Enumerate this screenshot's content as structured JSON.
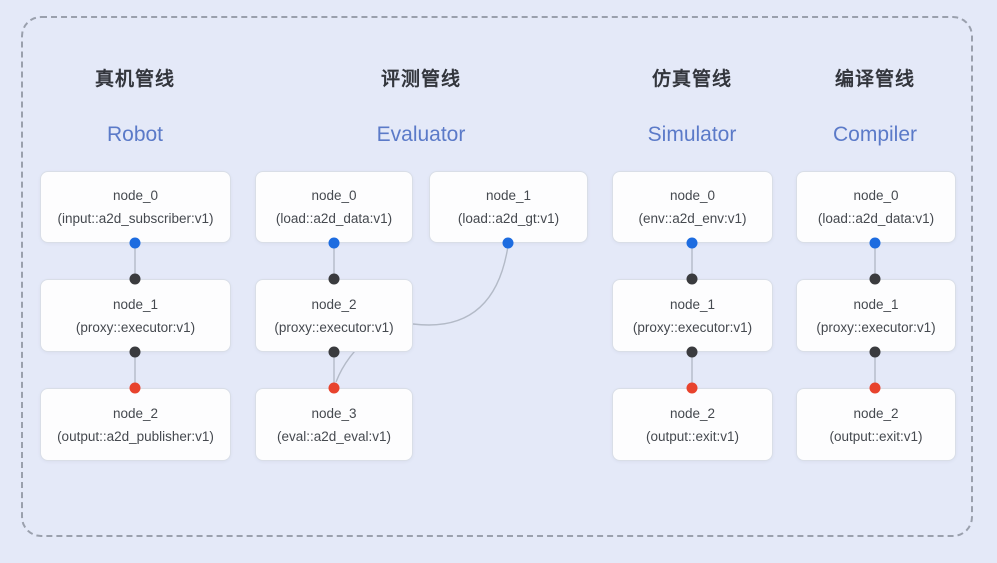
{
  "colors": {
    "background": "#e4e9f8",
    "frame_dash": "#9aa0ad",
    "node_fill": "#fdfdfe",
    "node_border": "#d9dee7",
    "node_text": "#45494f",
    "title_zh": "#33363d",
    "title_en": "#5b7ac8",
    "edge": "#b3bac7",
    "port_blue": "#1d6ce0",
    "port_dark": "#3a3b3e",
    "port_red": "#e8432d"
  },
  "pipelines": [
    {
      "title_zh": "真机管线",
      "title_en": "Robot",
      "nodes": [
        {
          "name": "node_0",
          "type": "(input::a2d_subscriber:v1)"
        },
        {
          "name": "node_1",
          "type": "(proxy::executor:v1)"
        },
        {
          "name": "node_2",
          "type": "(output::a2d_publisher:v1)"
        }
      ]
    },
    {
      "title_zh": "评测管线",
      "title_en": "Evaluator",
      "nodes": [
        {
          "name": "node_0",
          "type": "(load::a2d_data:v1)"
        },
        {
          "name": "node_1",
          "type": "(load::a2d_gt:v1)"
        },
        {
          "name": "node_2",
          "type": "(proxy::executor:v1)"
        },
        {
          "name": "node_3",
          "type": "(eval::a2d_eval:v1)"
        }
      ]
    },
    {
      "title_zh": "仿真管线",
      "title_en": "Simulator",
      "nodes": [
        {
          "name": "node_0",
          "type": "(env::a2d_env:v1)"
        },
        {
          "name": "node_1",
          "type": "(proxy::executor:v1)"
        },
        {
          "name": "node_2",
          "type": "(output::exit:v1)"
        }
      ]
    },
    {
      "title_zh": "编译管线",
      "title_en": "Compiler",
      "nodes": [
        {
          "name": "node_0",
          "type": "(load::a2d_data:v1)"
        },
        {
          "name": "node_1",
          "type": "(proxy::executor:v1)"
        },
        {
          "name": "node_2",
          "type": "(output::exit:v1)"
        }
      ]
    }
  ]
}
